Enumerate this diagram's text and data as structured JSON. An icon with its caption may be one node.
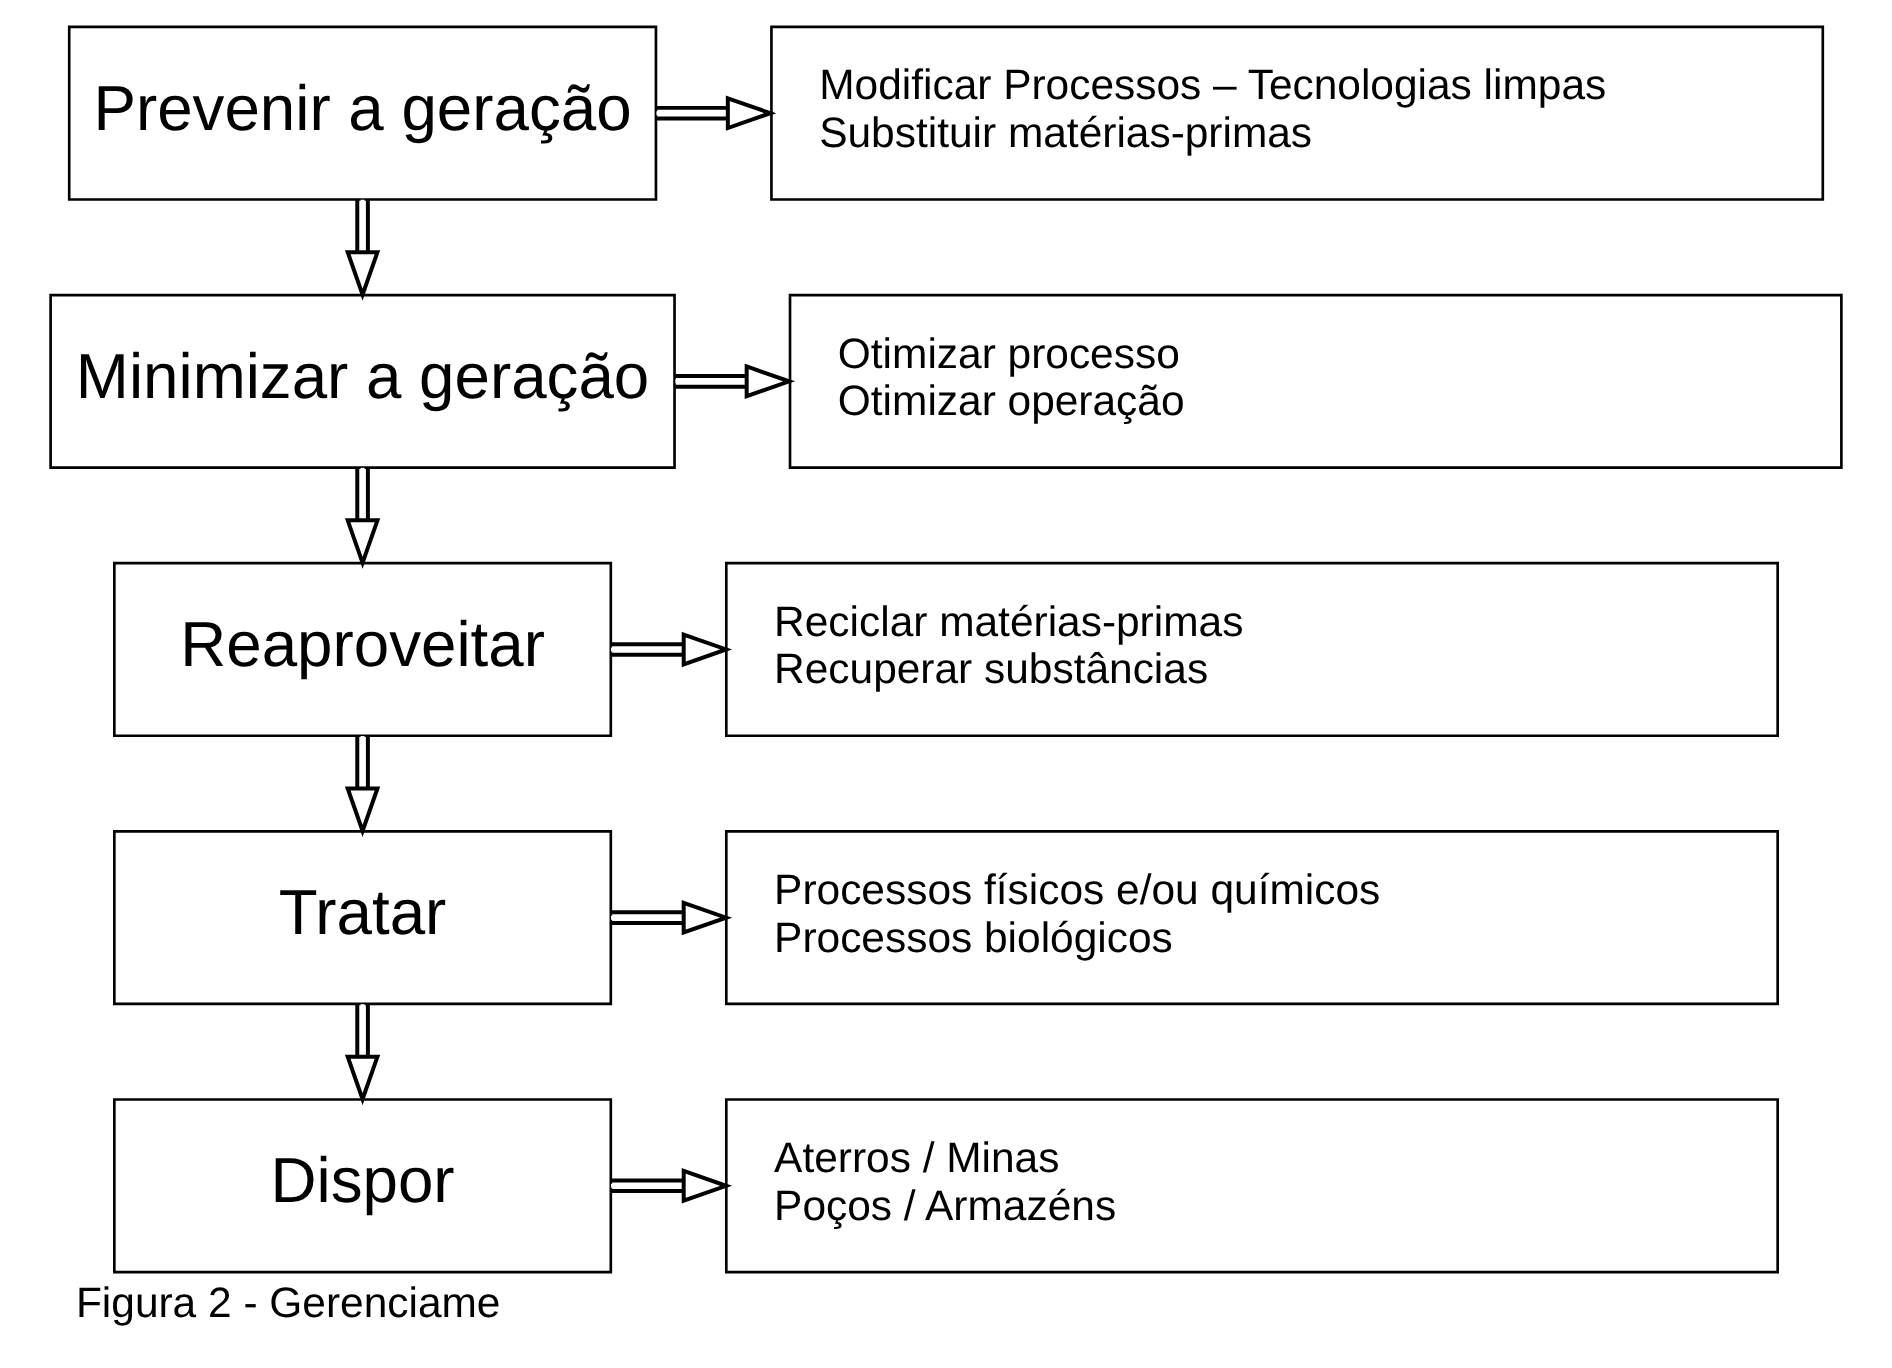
{
  "diagram": {
    "caption": "Figura 2 - Gerenciame",
    "nodes": [
      {
        "text": [
          "Prevenir a geração"
        ]
      },
      {
        "text": [
          "Minimizar a geração"
        ]
      },
      {
        "text": [
          "Reaproveitar"
        ]
      },
      {
        "text": [
          "Tratar"
        ]
      },
      {
        "text": [
          "Dispor"
        ]
      },
      {
        "text": [
          "Modificar Processos – Tecnologias limpas",
          "Substituir matérias-primas"
        ]
      },
      {
        "text": [
          "Otimizar processo",
          "Otimizar operação"
        ]
      },
      {
        "text": [
          "Reciclar matérias-primas",
          "Recuperar substâncias"
        ]
      },
      {
        "text": [
          "Processos físicos e/ou químicos",
          "Processos biológicos"
        ]
      },
      {
        "text": [
          "Aterros / Minas",
          "Poços / Armazéns"
        ]
      }
    ],
    "edges": [
      {
        "from": 0,
        "to": 5,
        "arrow": "to"
      },
      {
        "from": 0,
        "to": 1,
        "arrow": "to"
      },
      {
        "from": 1,
        "to": 6,
        "arrow": "to"
      },
      {
        "from": 1,
        "to": 2,
        "arrow": "to"
      },
      {
        "from": 2,
        "to": 7,
        "arrow": "to"
      },
      {
        "from": 2,
        "to": 3,
        "arrow": "to"
      },
      {
        "from": 3,
        "to": 8,
        "arrow": "to"
      },
      {
        "from": 3,
        "to": 4,
        "arrow": "to"
      },
      {
        "from": 4,
        "to": 9,
        "arrow": "to"
      }
    ]
  }
}
